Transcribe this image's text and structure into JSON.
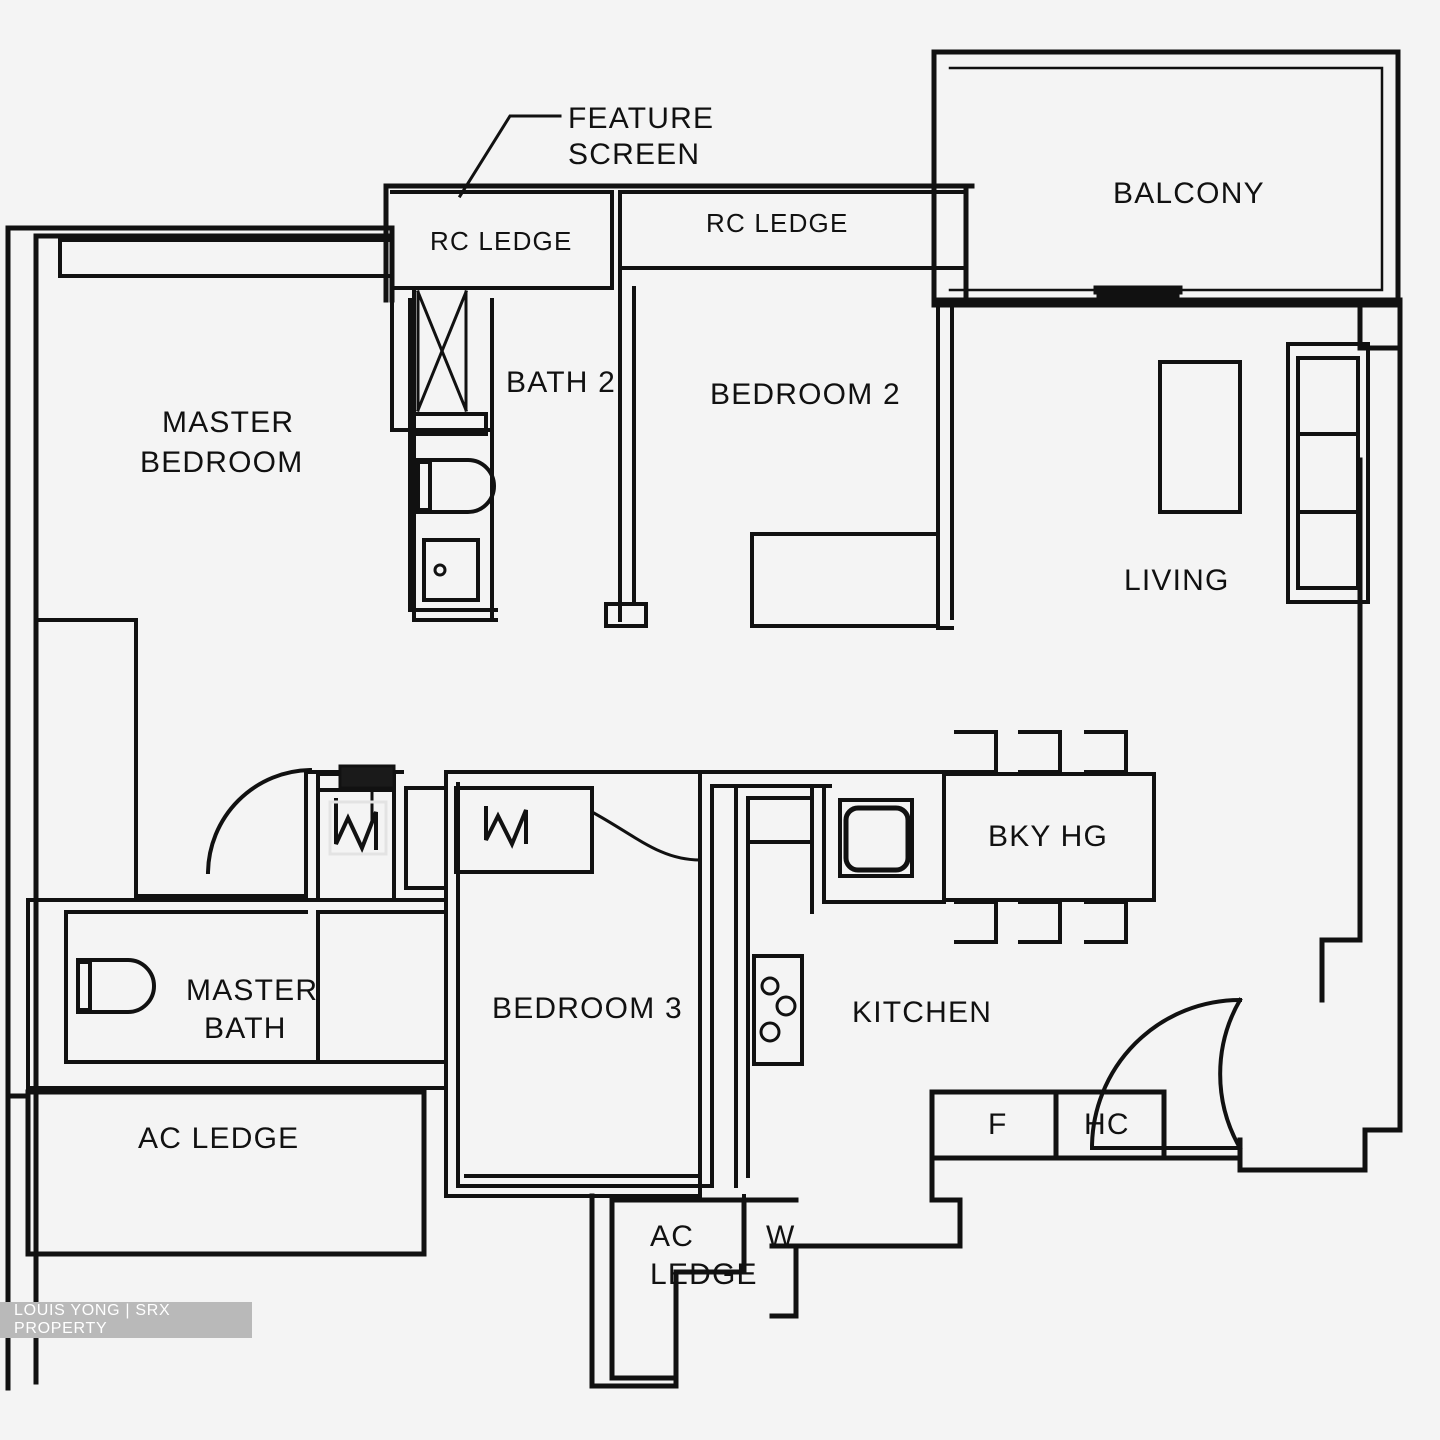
{
  "document": {
    "type": "residential-floor-plan",
    "background_color": "#f4f4f4",
    "line_color": "#111111"
  },
  "watermark": {
    "text": "LOUIS YONG | SRX PROPERTY",
    "background_color": "#b9b9b9",
    "text_color": "#ffffff"
  },
  "annotations": [
    {
      "id": "feature-screen",
      "line1": "FEATURE",
      "line2": "SCREEN"
    }
  ],
  "rooms": [
    {
      "id": "master-bedroom",
      "line1": "MASTER",
      "line2": "BEDROOM"
    },
    {
      "id": "bath-2",
      "label": "BATH 2"
    },
    {
      "id": "bedroom-2",
      "label": "BEDROOM 2"
    },
    {
      "id": "balcony",
      "label": "BALCONY"
    },
    {
      "id": "living",
      "label": "LIVING"
    },
    {
      "id": "master-bath",
      "line1": "MASTER",
      "line2": "BATH"
    },
    {
      "id": "bedroom-3",
      "label": "BEDROOM 3"
    },
    {
      "id": "kitchen",
      "label": "KITCHEN"
    },
    {
      "id": "ac-ledge-left",
      "label": "AC LEDGE"
    },
    {
      "id": "ac-ledge-bottom",
      "line1": "AC",
      "line2": "LEDGE"
    },
    {
      "id": "rc-ledge-left",
      "label": "RC LEDGE"
    },
    {
      "id": "rc-ledge-right",
      "label": "RC LEDGE"
    }
  ],
  "fixtures": [
    {
      "id": "dining-table-label",
      "label": "BKY HG"
    },
    {
      "id": "fridge",
      "label": "F"
    },
    {
      "id": "household-cabinet",
      "label": "HC"
    },
    {
      "id": "washer",
      "label": "W"
    }
  ]
}
